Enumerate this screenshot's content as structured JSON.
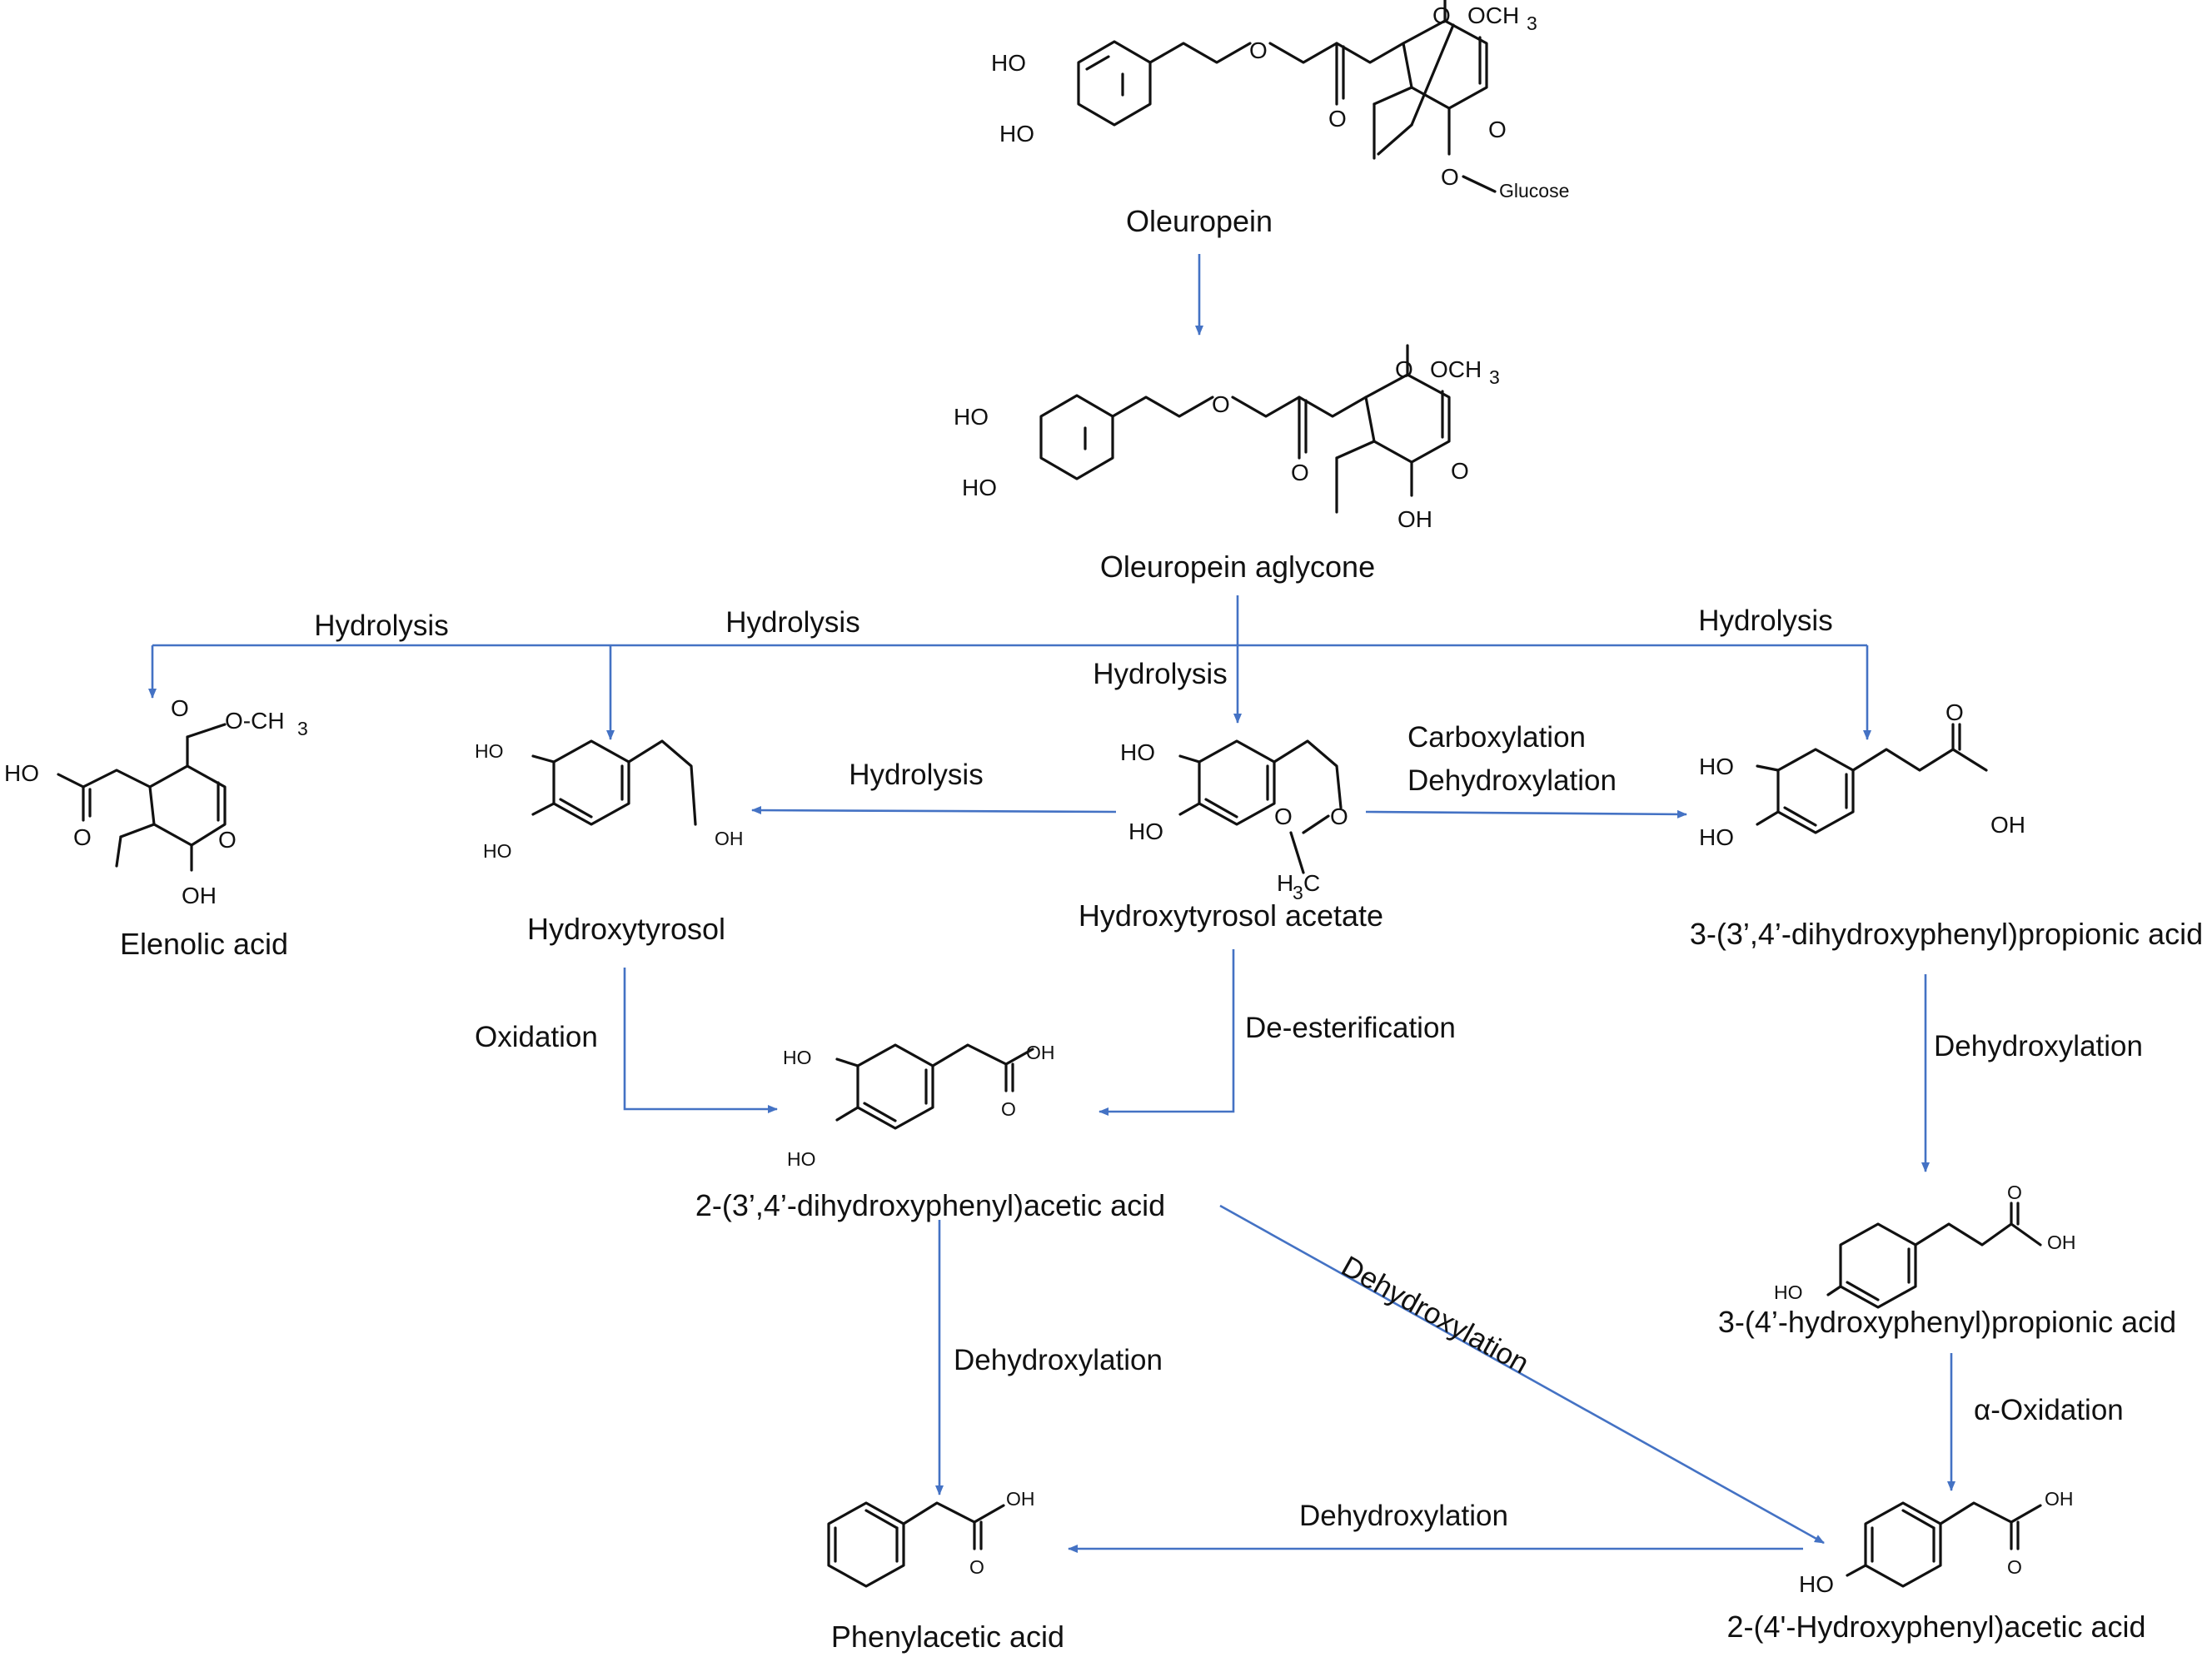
{
  "colors": {
    "arrow": "#4472c4",
    "text": "#111111",
    "background": "#ffffff"
  },
  "compounds": {
    "oleuropein": "Oleuropein",
    "oleuropein_aglycone": "Oleuropein aglycone",
    "elenolic_acid": "Elenolic acid",
    "hydroxytyrosol": "Hydroxytyrosol",
    "hydroxytyrosol_acetate": "Hydroxytyrosol acetate",
    "dhppa": "3-(3’,4’-dihydroxyphenyl)propionic acid",
    "dhpaa": "2-(3’,4’-dihydroxyphenyl)acetic acid",
    "hppa": "3-(4’-hydroxyphenyl)propionic acid",
    "phenylacetic": "Phenylacetic acid",
    "hpaa": "2-(4'-Hydroxyphenyl)acetic acid"
  },
  "reactions": {
    "hydrolysis_elenolic": "Hydrolysis",
    "hydrolysis_hydroxytyrosol": "Hydrolysis",
    "hydrolysis_center": "Hydrolysis",
    "hydrolysis_right": "Hydrolysis",
    "hydrolysis_acetate": "Hydrolysis",
    "carboxylation": "Carboxylation",
    "dehydroxylation_carbox": "Dehydroxylation",
    "oxidation": "Oxidation",
    "de_esterification": "De-esterification",
    "dehydroxylation_right": "Dehydroxylation",
    "dehydroxylation_down": "Dehydroxylation",
    "dehydroxylation_diag": "Dehydroxylation",
    "alpha_oxidation": "α-Oxidation",
    "dehydroxylation_bottom": "Dehydroxylation"
  },
  "atoms": {
    "ho": "HO",
    "oh": "OH",
    "o": "O",
    "och3": "OCH",
    "och3_dash": "O-CH",
    "h3c": "H",
    "sub3": "3",
    "c": "C",
    "glucose": "Glucose"
  }
}
